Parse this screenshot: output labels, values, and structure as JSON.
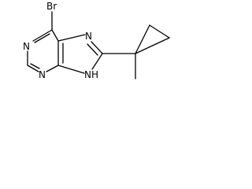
{
  "molecule": {
    "atoms": {
      "br": "Br",
      "n1": "N",
      "n3": "N",
      "n7": "N",
      "n9": "N",
      "n9h": "H"
    }
  }
}
